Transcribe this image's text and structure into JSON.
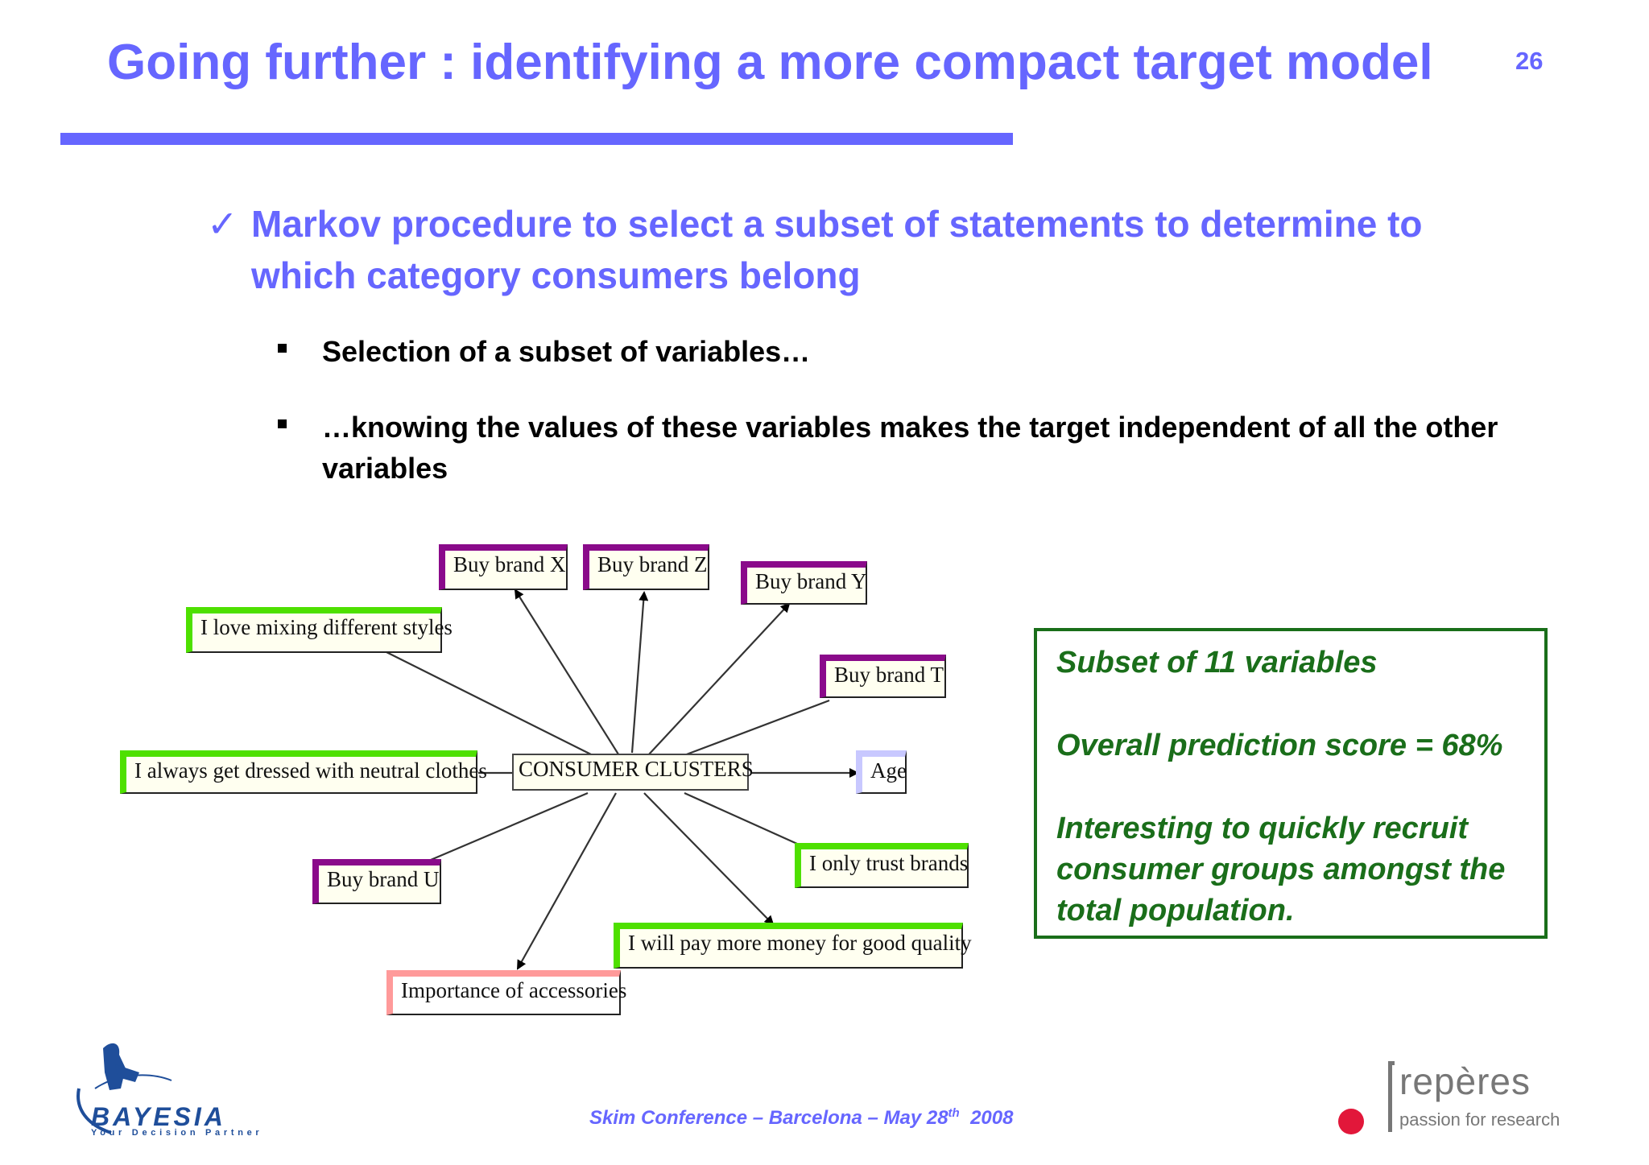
{
  "slide": {
    "title": "Going further : identifying a more compact target model",
    "page_number": "26",
    "main_bullet": {
      "marker": "✓",
      "text": "Markov procedure to select a subset of statements to determine to which category consumers belong"
    },
    "sub_bullets": [
      "Selection of a subset of variables…",
      "…knowing the values of these variables makes the target independent of all the other variables"
    ]
  },
  "diagram": {
    "center": "CONSUMER CLUSTERS",
    "nodes": [
      {
        "id": "buy-brand-x",
        "label": "Buy brand X",
        "kind": "purple"
      },
      {
        "id": "buy-brand-z",
        "label": "Buy brand Z",
        "kind": "purple"
      },
      {
        "id": "buy-brand-y",
        "label": "Buy brand Y",
        "kind": "purple"
      },
      {
        "id": "buy-brand-t",
        "label": "Buy brand T",
        "kind": "purple"
      },
      {
        "id": "mixing-styles",
        "label": "I love mixing different styles",
        "kind": "green"
      },
      {
        "id": "neutral-clothes",
        "label": "I always get dressed with neutral clothes",
        "kind": "green"
      },
      {
        "id": "age",
        "label": "Age",
        "kind": "lavender"
      },
      {
        "id": "buy-brand-u",
        "label": "Buy brand U",
        "kind": "purple"
      },
      {
        "id": "trust-brands",
        "label": "I only trust brands",
        "kind": "green"
      },
      {
        "id": "good-quality",
        "label": "I will pay more money for good quality",
        "kind": "green"
      },
      {
        "id": "accessories",
        "label": "Importance of accessories",
        "kind": "pink"
      }
    ],
    "colors": {
      "purple": "#8a0a8a",
      "green": "#4ee000",
      "pink": "#ff9a9a",
      "lavender": "#c8c8ff",
      "center_marker": "#3a4fd6"
    }
  },
  "info_box": {
    "lines": [
      "Subset of 11 variables",
      "Overall prediction score = 68%",
      "Interesting to quickly recruit",
      "consumer groups amongst the",
      "total population."
    ]
  },
  "footer": {
    "text": "Skim Conference – Barcelona – May 28",
    "superscript": "th",
    "year": "2008"
  },
  "logos": {
    "bayesia": {
      "name": "BAYESIA",
      "tagline": "Your Decision Partner"
    },
    "reperes": {
      "name": "repères",
      "tagline": "passion for research"
    }
  },
  "theme": {
    "accent": "#6666ff",
    "info_green": "#1a6e1a"
  }
}
